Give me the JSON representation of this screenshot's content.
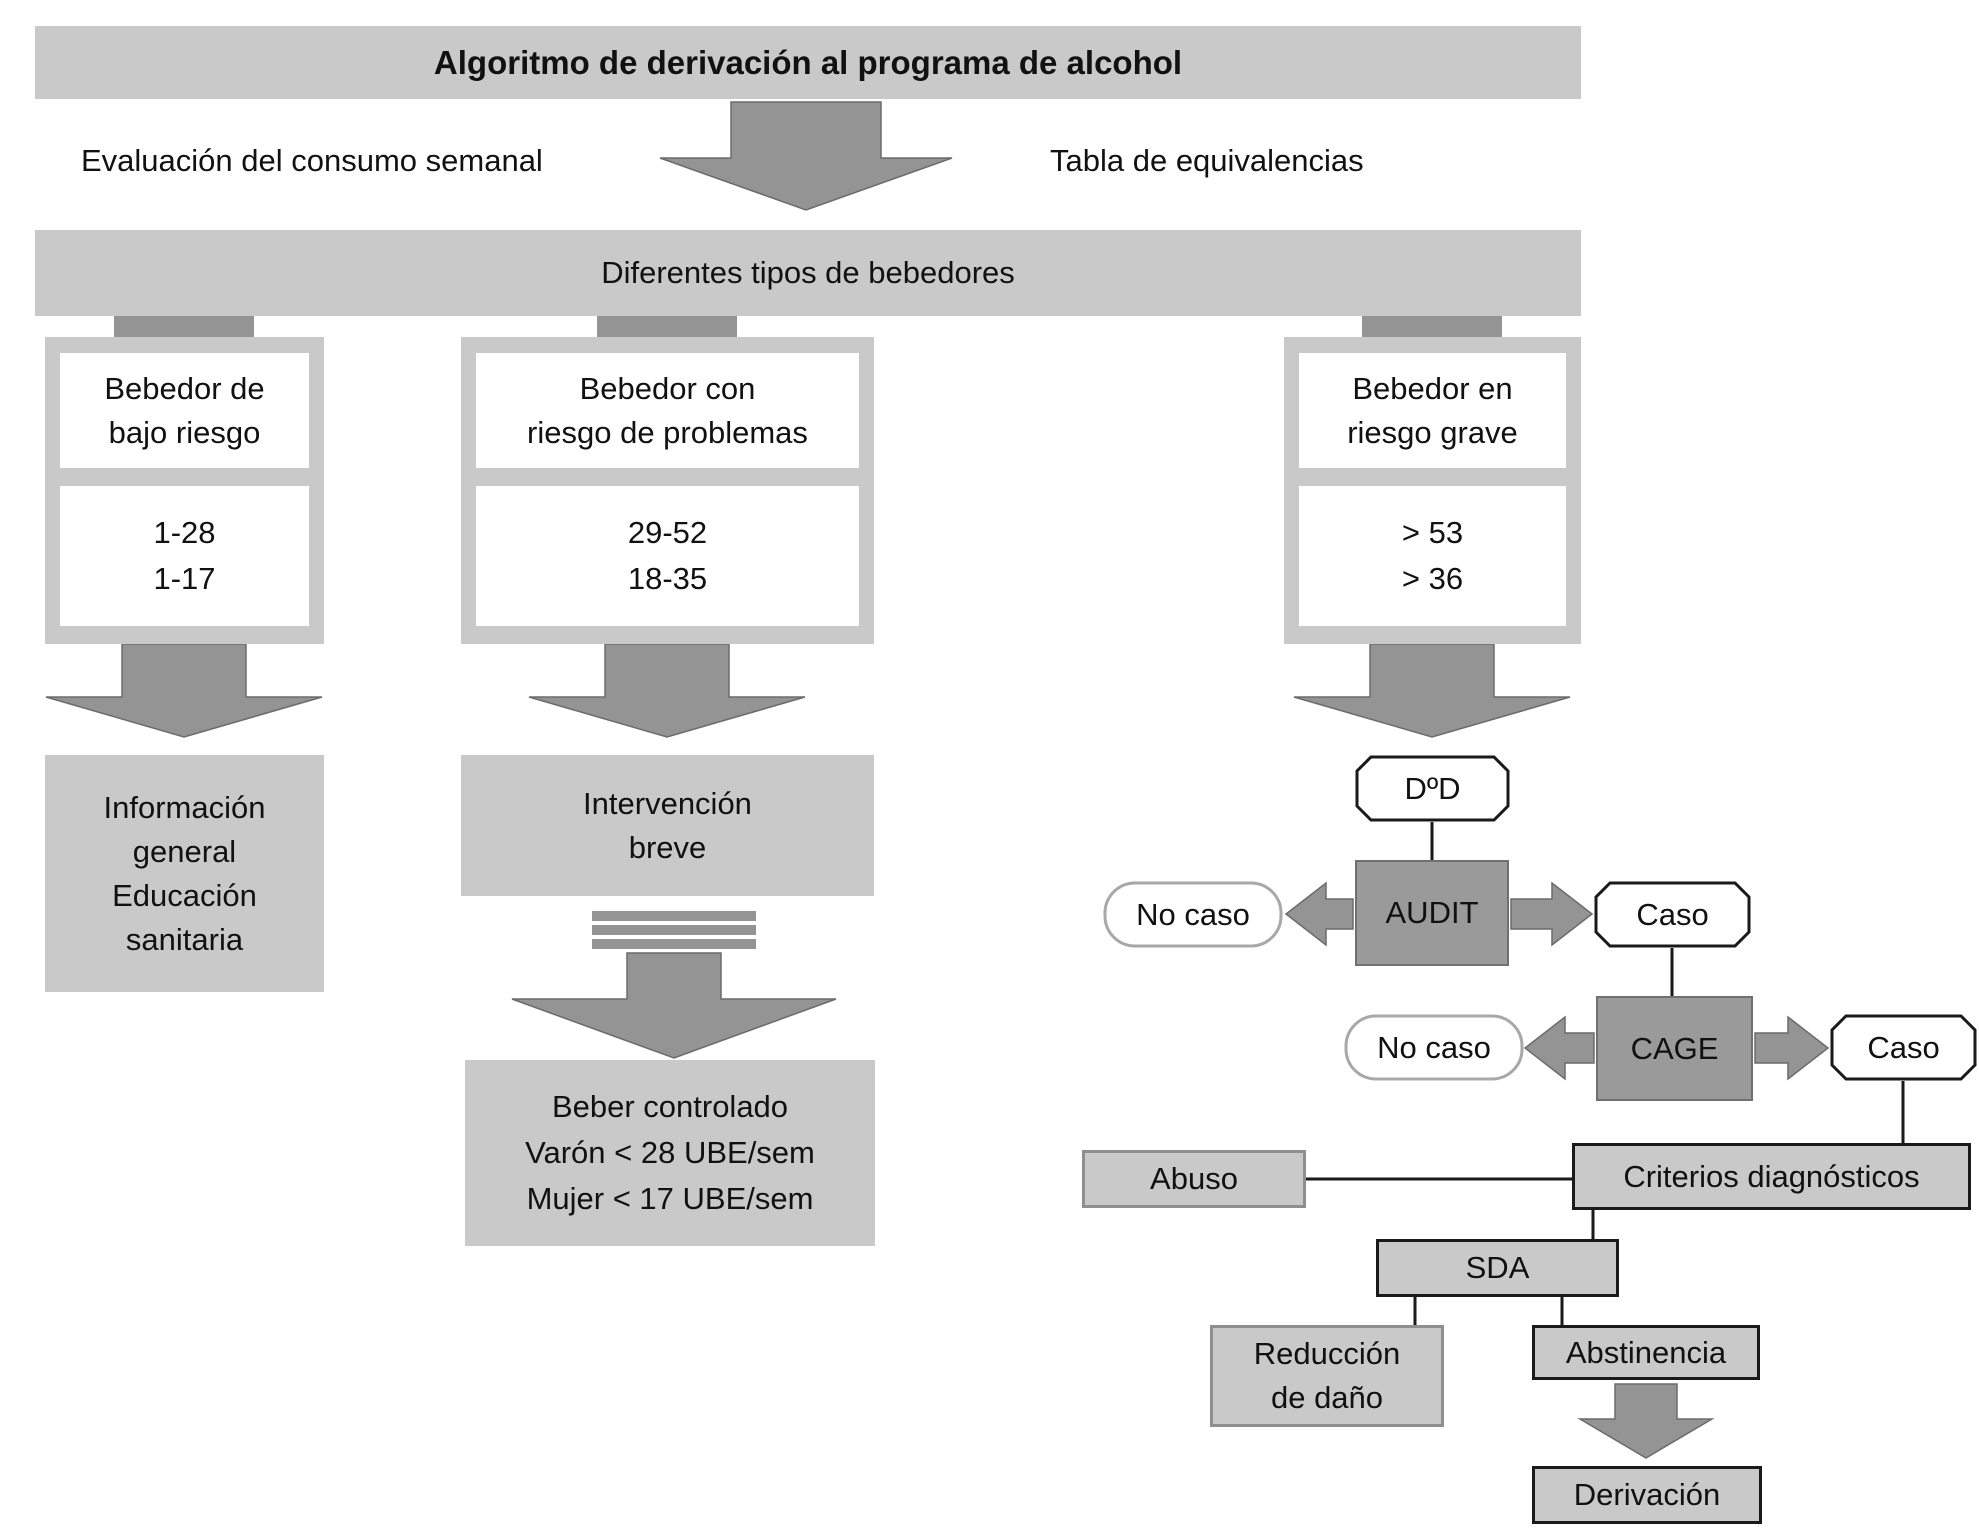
{
  "title": "Algoritmo de derivación al programa de alcohol",
  "top_row": {
    "left_label": "Evaluación del consumo semanal",
    "right_label": "Tabla de equivalencias"
  },
  "types_bar_label": "Diferentes tipos de bebedores",
  "drinker_types": [
    {
      "name_line1": "Bebedor de",
      "name_line2": "bajo riesgo",
      "range_line1": "1-28",
      "range_line2": "1-17"
    },
    {
      "name_line1": "Bebedor con",
      "name_line2": "riesgo de problemas",
      "range_line1": "29-52",
      "range_line2": "18-35"
    },
    {
      "name_line1": "Bebedor en",
      "name_line2": "riesgo grave",
      "range_line1": "> 53",
      "range_line2": "> 36"
    }
  ],
  "outcomes": {
    "info_line1": "Información",
    "info_line2": "general",
    "info_line3": "Educación",
    "info_line4": "sanitaria",
    "brief_line1": "Intervención",
    "brief_line2": "breve",
    "controlled_line1": "Beber controlado",
    "controlled_line2": "Varón < 28 UBE/sem",
    "controlled_line3": "Mujer < 17 UBE/sem"
  },
  "assessment": {
    "dod": "DºD",
    "audit": "AUDIT",
    "cage": "CAGE",
    "no_case_audit": "No caso",
    "case_audit": "Caso",
    "no_case_cage": "No caso",
    "case_cage": "Caso",
    "criteria": "Criterios diagnósticos",
    "abuse": "Abuso",
    "sda": "SDA",
    "harm_line1": "Reducción",
    "harm_line2": "de daño",
    "abstinence": "Abstinencia",
    "referral": "Derivación"
  },
  "colors": {
    "light_gray": "#c9c9c9",
    "arrow_gray": "#949494",
    "dark_gray": "#9a9a9a",
    "line_black": "#1a1a1a",
    "no_case_border": "#a8a8a8"
  }
}
